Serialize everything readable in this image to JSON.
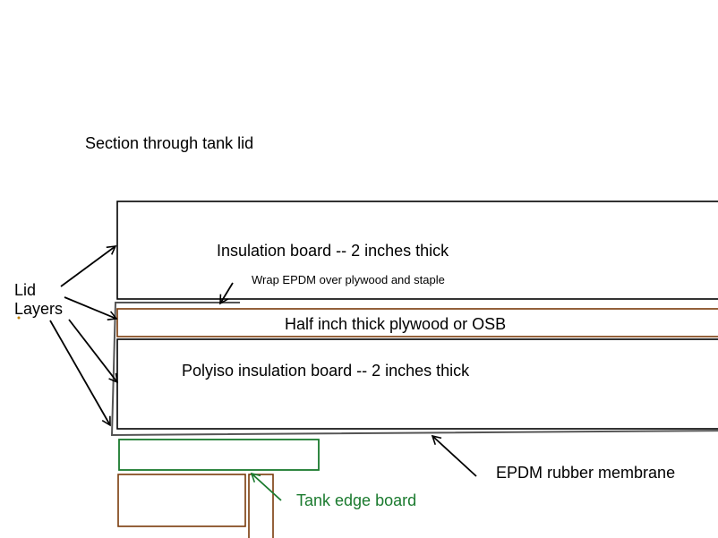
{
  "title": "Section through tank lid",
  "labels": {
    "lid_layers": "Lid Layers",
    "insulation_top": "Insulation board -- 2 inches thick",
    "wrap_note": "Wrap EPDM over plywood and staple",
    "plywood": "Half inch thick plywood or OSB",
    "polyiso": "Polyiso insulation board -- 2 inches thick",
    "epdm": "EPDM rubber membrane",
    "tank_edge": "Tank edge board"
  },
  "colors": {
    "line": "#000000",
    "plywood_outline": "#7a3a0a",
    "tank_edge_board": "#1a7a2e",
    "membrane": "#555555",
    "dot": "#c08000"
  }
}
